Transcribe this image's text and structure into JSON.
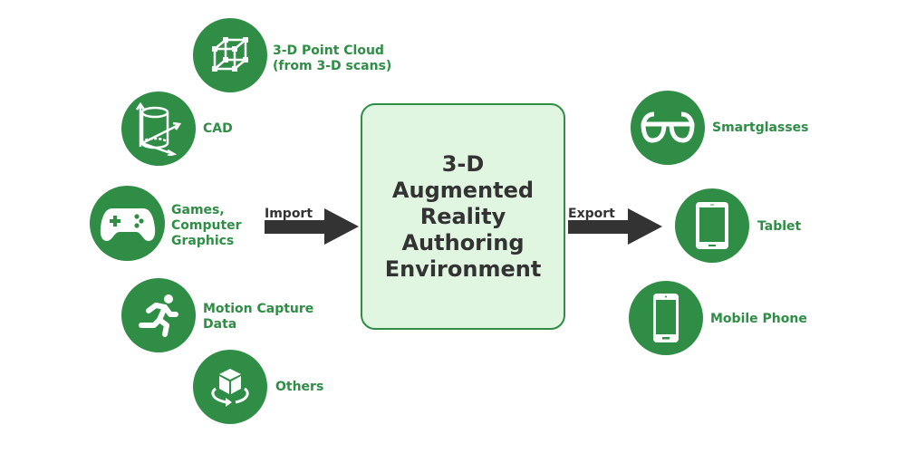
{
  "center": {
    "title_lines": [
      "3-D",
      "Augmented",
      "Reality",
      "Authoring",
      "Environment"
    ]
  },
  "import_label": "Import",
  "export_label": "Export",
  "colors": {
    "primary_green": "#2f8d46",
    "box_fill": "#e0f6e1",
    "arrow_dark": "#333333"
  },
  "inputs": [
    {
      "id": "point-cloud",
      "icon": "cube-wireframe-icon",
      "lines": [
        "3-D Point Cloud",
        "(from 3-D scans)"
      ]
    },
    {
      "id": "cad",
      "icon": "cylinder-axes-icon",
      "lines": [
        "CAD"
      ]
    },
    {
      "id": "games",
      "icon": "gamepad-icon",
      "lines": [
        "Games,",
        "Computer",
        "Graphics"
      ]
    },
    {
      "id": "motion-capture",
      "icon": "running-person-icon",
      "lines": [
        "Motion Capture",
        "Data"
      ]
    },
    {
      "id": "others",
      "icon": "rotating-box-icon",
      "lines": [
        "Others"
      ]
    }
  ],
  "outputs": [
    {
      "id": "smartglasses",
      "icon": "glasses-icon",
      "lines": [
        "Smartglasses"
      ]
    },
    {
      "id": "tablet",
      "icon": "tablet-icon",
      "lines": [
        "Tablet"
      ]
    },
    {
      "id": "mobile-phone",
      "icon": "mobile-phone-icon",
      "lines": [
        "Mobile Phone"
      ]
    }
  ]
}
